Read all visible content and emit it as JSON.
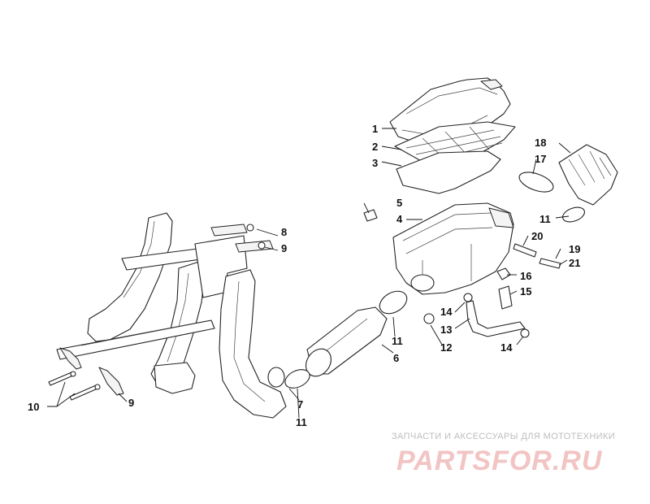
{
  "diagram": {
    "callouts": [
      {
        "id": "c1",
        "text": "1"
      },
      {
        "id": "c2",
        "text": "2"
      },
      {
        "id": "c3",
        "text": "3"
      },
      {
        "id": "c4",
        "text": "4"
      },
      {
        "id": "c5",
        "text": "5"
      },
      {
        "id": "c6",
        "text": "6"
      },
      {
        "id": "c7",
        "text": "7"
      },
      {
        "id": "c8",
        "text": "8"
      },
      {
        "id": "c9a",
        "text": "9"
      },
      {
        "id": "c9b",
        "text": "9"
      },
      {
        "id": "c10",
        "text": "10"
      },
      {
        "id": "c11a",
        "text": "11"
      },
      {
        "id": "c11b",
        "text": "11"
      },
      {
        "id": "c11c",
        "text": "11"
      },
      {
        "id": "c12",
        "text": "12"
      },
      {
        "id": "c13",
        "text": "13"
      },
      {
        "id": "c14a",
        "text": "14"
      },
      {
        "id": "c14b",
        "text": "14"
      },
      {
        "id": "c15",
        "text": "15"
      },
      {
        "id": "c16",
        "text": "16"
      },
      {
        "id": "c17",
        "text": "17"
      },
      {
        "id": "c18",
        "text": "18"
      },
      {
        "id": "c19",
        "text": "19"
      },
      {
        "id": "c20",
        "text": "20"
      },
      {
        "id": "c21",
        "text": "21"
      }
    ]
  },
  "watermark": {
    "tagline": "ЗАПЧАСТИ И АКСЕССУАРЫ ДЛЯ МОТОТЕХНИКИ",
    "brand": "PARTSFOR.RU",
    "color": "#e8a0a0"
  }
}
